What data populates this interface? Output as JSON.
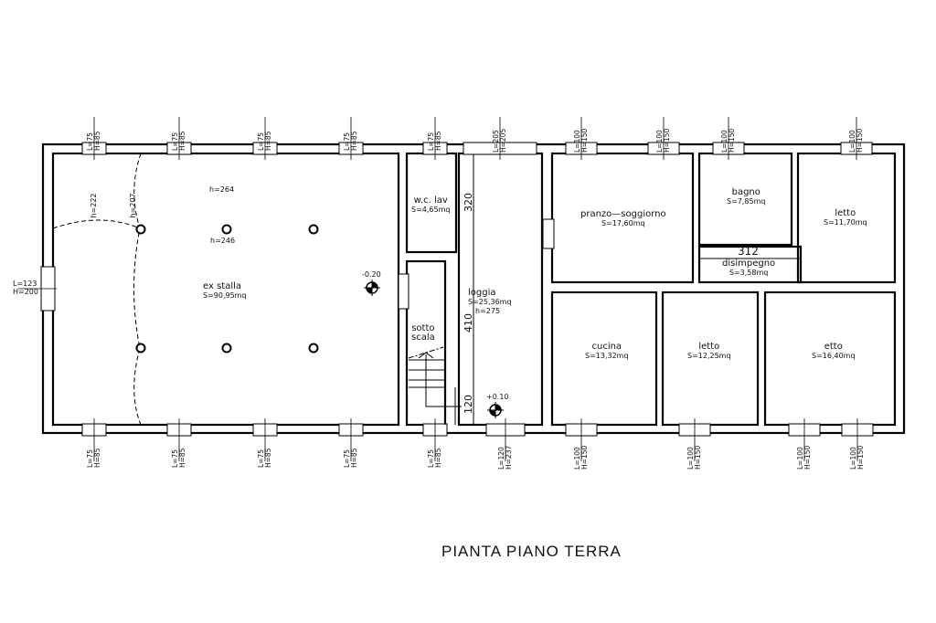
{
  "title": "PIANTA  PIANO  TERRA",
  "rooms": [
    {
      "id": "ex-stalla",
      "name": "ex stalla",
      "area": "S=90,95mq"
    },
    {
      "id": "wc-lav",
      "name": "w.c. lav",
      "area": "S=4,65mq"
    },
    {
      "id": "sotto-scala",
      "name": "sotto\nscala",
      "line1": "sotto",
      "line2": "scala"
    },
    {
      "id": "loggia",
      "name": "loggia",
      "area": "S=25,36mq",
      "height": "h=275"
    },
    {
      "id": "pranzo-soggiorno",
      "name": "pranzo—soggiorno",
      "area": "S=17,60mq"
    },
    {
      "id": "bagno",
      "name": "bagno",
      "area": "S=7,85mq"
    },
    {
      "id": "letto-1",
      "name": "letto",
      "area": "S=11,70mq"
    },
    {
      "id": "disimpegno",
      "name": "disimpegno",
      "area": "S=3,58mq"
    },
    {
      "id": "cucina",
      "name": "cucina",
      "area": "S=13,32mq"
    },
    {
      "id": "letto-2",
      "name": "letto",
      "area": "S=12,25mq"
    },
    {
      "id": "letto-3",
      "name": "etto",
      "area": "S=16,40mq"
    }
  ],
  "heights": {
    "h264": "h=264",
    "h246": "h=246",
    "h222": "h=222",
    "h207": "h=207"
  },
  "levels": {
    "stalla": "-0.20",
    "loggia": "+0.10"
  },
  "dimensions": {
    "d320": "320",
    "d410": "410",
    "d120": "120",
    "d312": "312"
  },
  "windows_top": [
    {
      "l": "L=75",
      "h": "H=85"
    },
    {
      "l": "L=75",
      "h": "H=85"
    },
    {
      "l": "L=75",
      "h": "H=85"
    },
    {
      "l": "L=75",
      "h": "H=85"
    },
    {
      "l": "L=75",
      "h": "H=85"
    },
    {
      "l": "L=205",
      "h": "H=205"
    },
    {
      "l": "L=100",
      "h": "H=150"
    },
    {
      "l": "L=100",
      "h": "H=150"
    },
    {
      "l": "L=100",
      "h": "H=150"
    },
    {
      "l": "L=100",
      "h": "H=150"
    }
  ],
  "windows_bottom": [
    {
      "l": "L=75",
      "h": "H=85"
    },
    {
      "l": "L=75",
      "h": "H=85"
    },
    {
      "l": "L=75",
      "h": "H=85"
    },
    {
      "l": "L=75",
      "h": "H=85"
    },
    {
      "l": "L=75",
      "h": "H=85"
    },
    {
      "l": "L=120",
      "h": "H=237"
    },
    {
      "l": "L=100",
      "h": "H=150"
    },
    {
      "l": "L=100",
      "h": "H=150"
    },
    {
      "l": "L=100",
      "h": "H=150"
    },
    {
      "l": "L=100",
      "h": "H=150"
    }
  ],
  "window_left": {
    "l": "L=123",
    "h": "H=200"
  }
}
